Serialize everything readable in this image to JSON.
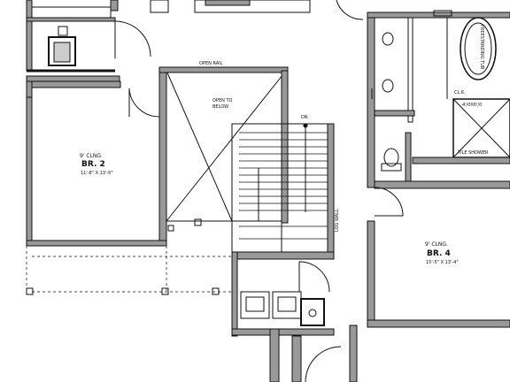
{
  "rooms": {
    "br2": {
      "ceiling": "9' CLNG.",
      "name": "BR. 2",
      "size": "11'-8\" X 13'-0\""
    },
    "br4": {
      "ceiling": "9' CLNG.",
      "name": "BR. 4",
      "size": "15'-5\" X 13'-4\""
    }
  },
  "annotations": {
    "open_rail": "OPEN RAIL",
    "open_to_below_1": "OPEN TO",
    "open_to_below_2": "BELOW",
    "down": "DN",
    "log_wall": "LOG WALL",
    "closet": "CL.6.",
    "shower_glass": "4'/0X6'/0",
    "tile_shower": "TILE SHOWER",
    "freestanding_tub": "FREESTANDING TUB"
  }
}
